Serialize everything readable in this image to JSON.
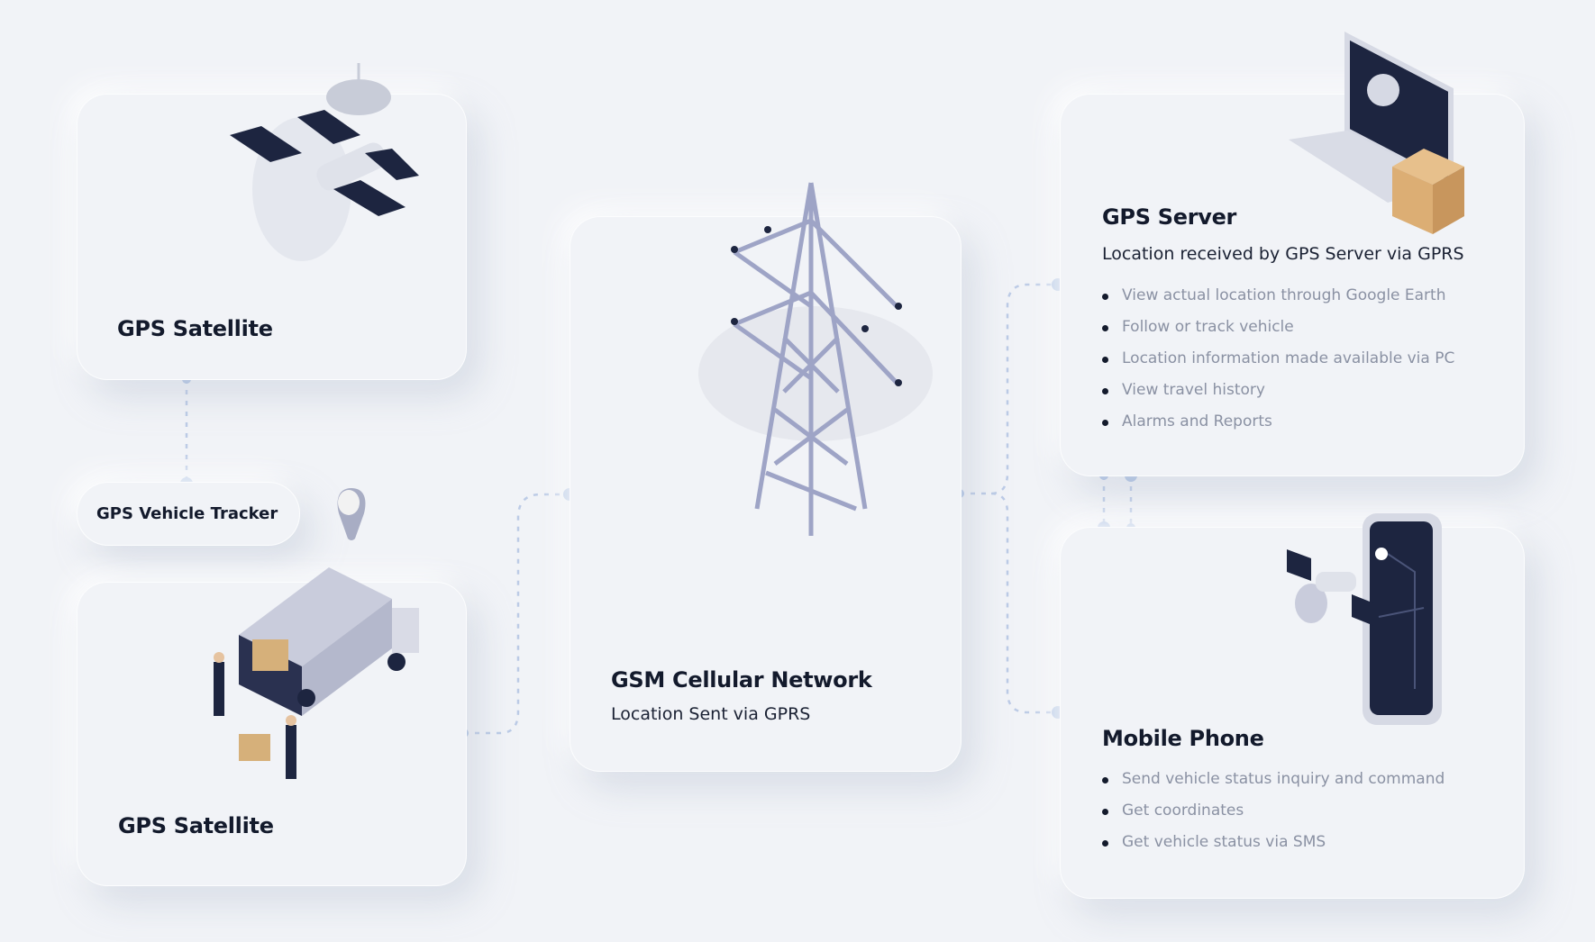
{
  "satellite_card": {
    "title": "GPS Satellite"
  },
  "tracker_pill": {
    "label": "GPS Vehicle Tracker"
  },
  "truck_card": {
    "title": "GPS Satellite"
  },
  "gsm_card": {
    "title": "GSM Cellular Network",
    "subtitle": "Location Sent via GPRS"
  },
  "server_card": {
    "title": "GPS Server",
    "subtitle": "Location received by GPS Server via GPRS",
    "items": [
      "View actual location through Google Earth",
      "Follow or track vehicle",
      "Location information made available via PC",
      "View travel history",
      "Alarms and Reports"
    ]
  },
  "phone_card": {
    "title": "Mobile Phone",
    "items": [
      "Send vehicle status inquiry and command",
      "Get coordinates",
      "Get vehicle status via SMS"
    ]
  },
  "colors": {
    "connector": "#a9bfe3",
    "text": "#131a2c",
    "muted": "#8a91a3"
  }
}
